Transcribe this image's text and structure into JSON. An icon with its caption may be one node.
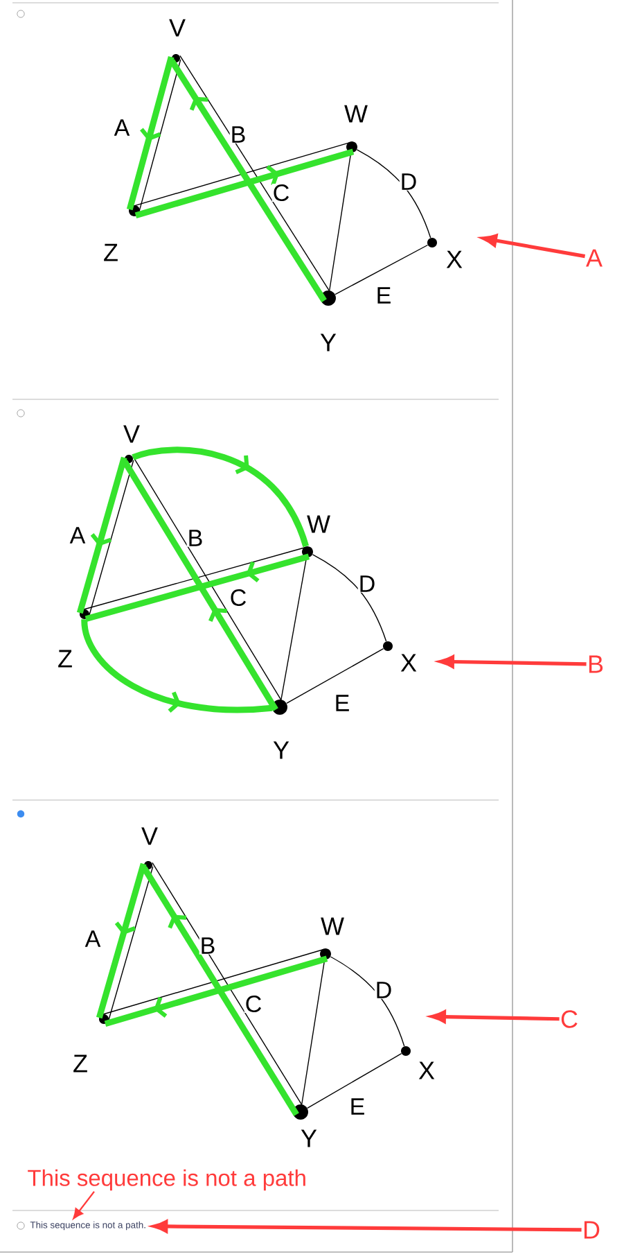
{
  "diagram": {
    "nodes": [
      {
        "text": [],
        "shape": "circle",
        "beside": [
          "V"
        ]
      },
      {
        "text": [],
        "shape": "circle",
        "beside": [
          "W"
        ]
      },
      {
        "text": [],
        "shape": "circle",
        "beside": [
          "Z"
        ]
      },
      {
        "text": [],
        "shape": "circle",
        "beside": [
          "X"
        ]
      },
      {
        "text": [],
        "shape": "circle",
        "beside": [
          "Y"
        ]
      },
      {
        "text": [
          "A"
        ]
      },
      {
        "text": [],
        "shape": "circle",
        "beside": [
          "V"
        ]
      },
      {
        "text": [],
        "shape": "circle",
        "beside": [
          "W"
        ]
      },
      {
        "text": [],
        "shape": "circle",
        "beside": [
          "Z"
        ]
      },
      {
        "text": [],
        "shape": "circle",
        "beside": [
          "X"
        ]
      },
      {
        "text": [],
        "shape": "circle",
        "beside": [
          "Y"
        ]
      },
      {
        "text": [
          "B"
        ]
      },
      {
        "text": [],
        "shape": "circle",
        "beside": [
          "V"
        ]
      },
      {
        "text": [],
        "shape": "circle",
        "beside": [
          "W"
        ]
      },
      {
        "text": [],
        "shape": "circle",
        "beside": [
          "Z"
        ]
      },
      {
        "text": [],
        "shape": "circle",
        "beside": [
          "X"
        ]
      },
      {
        "text": [],
        "shape": "circle",
        "beside": [
          "Y"
        ]
      },
      {
        "text": [
          "C"
        ]
      },
      {
        "text": [
          "This sequence is not a path"
        ]
      },
      {
        "text": [
          "This sequence is not a path."
        ]
      },
      {
        "text": [
          "D"
        ]
      }
    ],
    "edges": [
      {
        "from": 0,
        "to": 2,
        "arrow": "none",
        "label": "A"
      },
      {
        "from": 0,
        "to": 4,
        "arrow": "none",
        "label": "B"
      },
      {
        "from": 2,
        "to": 1,
        "arrow": "none",
        "label": "C"
      },
      {
        "from": 1,
        "to": 4,
        "arrow": "none"
      },
      {
        "from": 1,
        "to": 3,
        "arrow": "none",
        "label": "D"
      },
      {
        "from": 4,
        "to": 3,
        "arrow": "none",
        "label": "E"
      },
      {
        "from": 0,
        "to": 2,
        "arrow": "to",
        "style": "thick",
        "color": "#35e32d"
      },
      {
        "from": 2,
        "to": 1,
        "arrow": "to",
        "style": "thick",
        "color": "#35e32d"
      },
      {
        "from": 4,
        "to": 0,
        "arrow": "to",
        "style": "thick",
        "color": "#35e32d"
      },
      {
        "from": 5,
        "to": null,
        "arrow": "to",
        "style": "thick",
        "color": "#ff3b3b"
      },
      {
        "from": 6,
        "to": 8,
        "arrow": "none",
        "label": "A"
      },
      {
        "from": 6,
        "to": 10,
        "arrow": "none",
        "label": "B"
      },
      {
        "from": 8,
        "to": 7,
        "arrow": "none",
        "label": "C"
      },
      {
        "from": 7,
        "to": 10,
        "arrow": "none"
      },
      {
        "from": 7,
        "to": 9,
        "arrow": "none",
        "label": "D"
      },
      {
        "from": 10,
        "to": 9,
        "arrow": "none",
        "label": "E"
      },
      {
        "from": 6,
        "to": 7,
        "arrow": "to",
        "style": "thick",
        "color": "#35e32d"
      },
      {
        "from": 7,
        "to": 8,
        "arrow": "to",
        "style": "thick",
        "color": "#35e32d"
      },
      {
        "from": 8,
        "to": 10,
        "arrow": "to",
        "style": "thick",
        "color": "#35e32d"
      },
      {
        "from": 10,
        "to": 6,
        "arrow": "to",
        "style": "thick",
        "color": "#35e32d"
      },
      {
        "from": 6,
        "to": 8,
        "arrow": "to",
        "style": "thick",
        "color": "#35e32d"
      },
      {
        "from": 11,
        "to": null,
        "arrow": "to",
        "style": "thick",
        "color": "#ff3b3b"
      },
      {
        "from": 12,
        "to": 14,
        "arrow": "none",
        "label": "A"
      },
      {
        "from": 12,
        "to": 16,
        "arrow": "none",
        "label": "B"
      },
      {
        "from": 14,
        "to": 13,
        "arrow": "none",
        "label": "C"
      },
      {
        "from": 13,
        "to": 16,
        "arrow": "none"
      },
      {
        "from": 13,
        "to": 15,
        "arrow": "none",
        "label": "D"
      },
      {
        "from": 16,
        "to": 15,
        "arrow": "none",
        "label": "E"
      },
      {
        "from": 12,
        "to": 14,
        "arrow": "to",
        "style": "thick",
        "color": "#35e32d"
      },
      {
        "from": 13,
        "to": 14,
        "arrow": "to",
        "style": "thick",
        "color": "#35e32d"
      },
      {
        "from": 16,
        "to": 12,
        "arrow": "to",
        "style": "thick",
        "color": "#35e32d"
      },
      {
        "from": 17,
        "to": null,
        "arrow": "to",
        "style": "thick",
        "color": "#ff3b3b"
      },
      {
        "from": 18,
        "to": 19,
        "arrow": "to",
        "color": "#ff3b3b"
      },
      {
        "from": 20,
        "to": 19,
        "arrow": "to",
        "style": "thick",
        "color": "#ff3b3b"
      }
    ]
  }
}
